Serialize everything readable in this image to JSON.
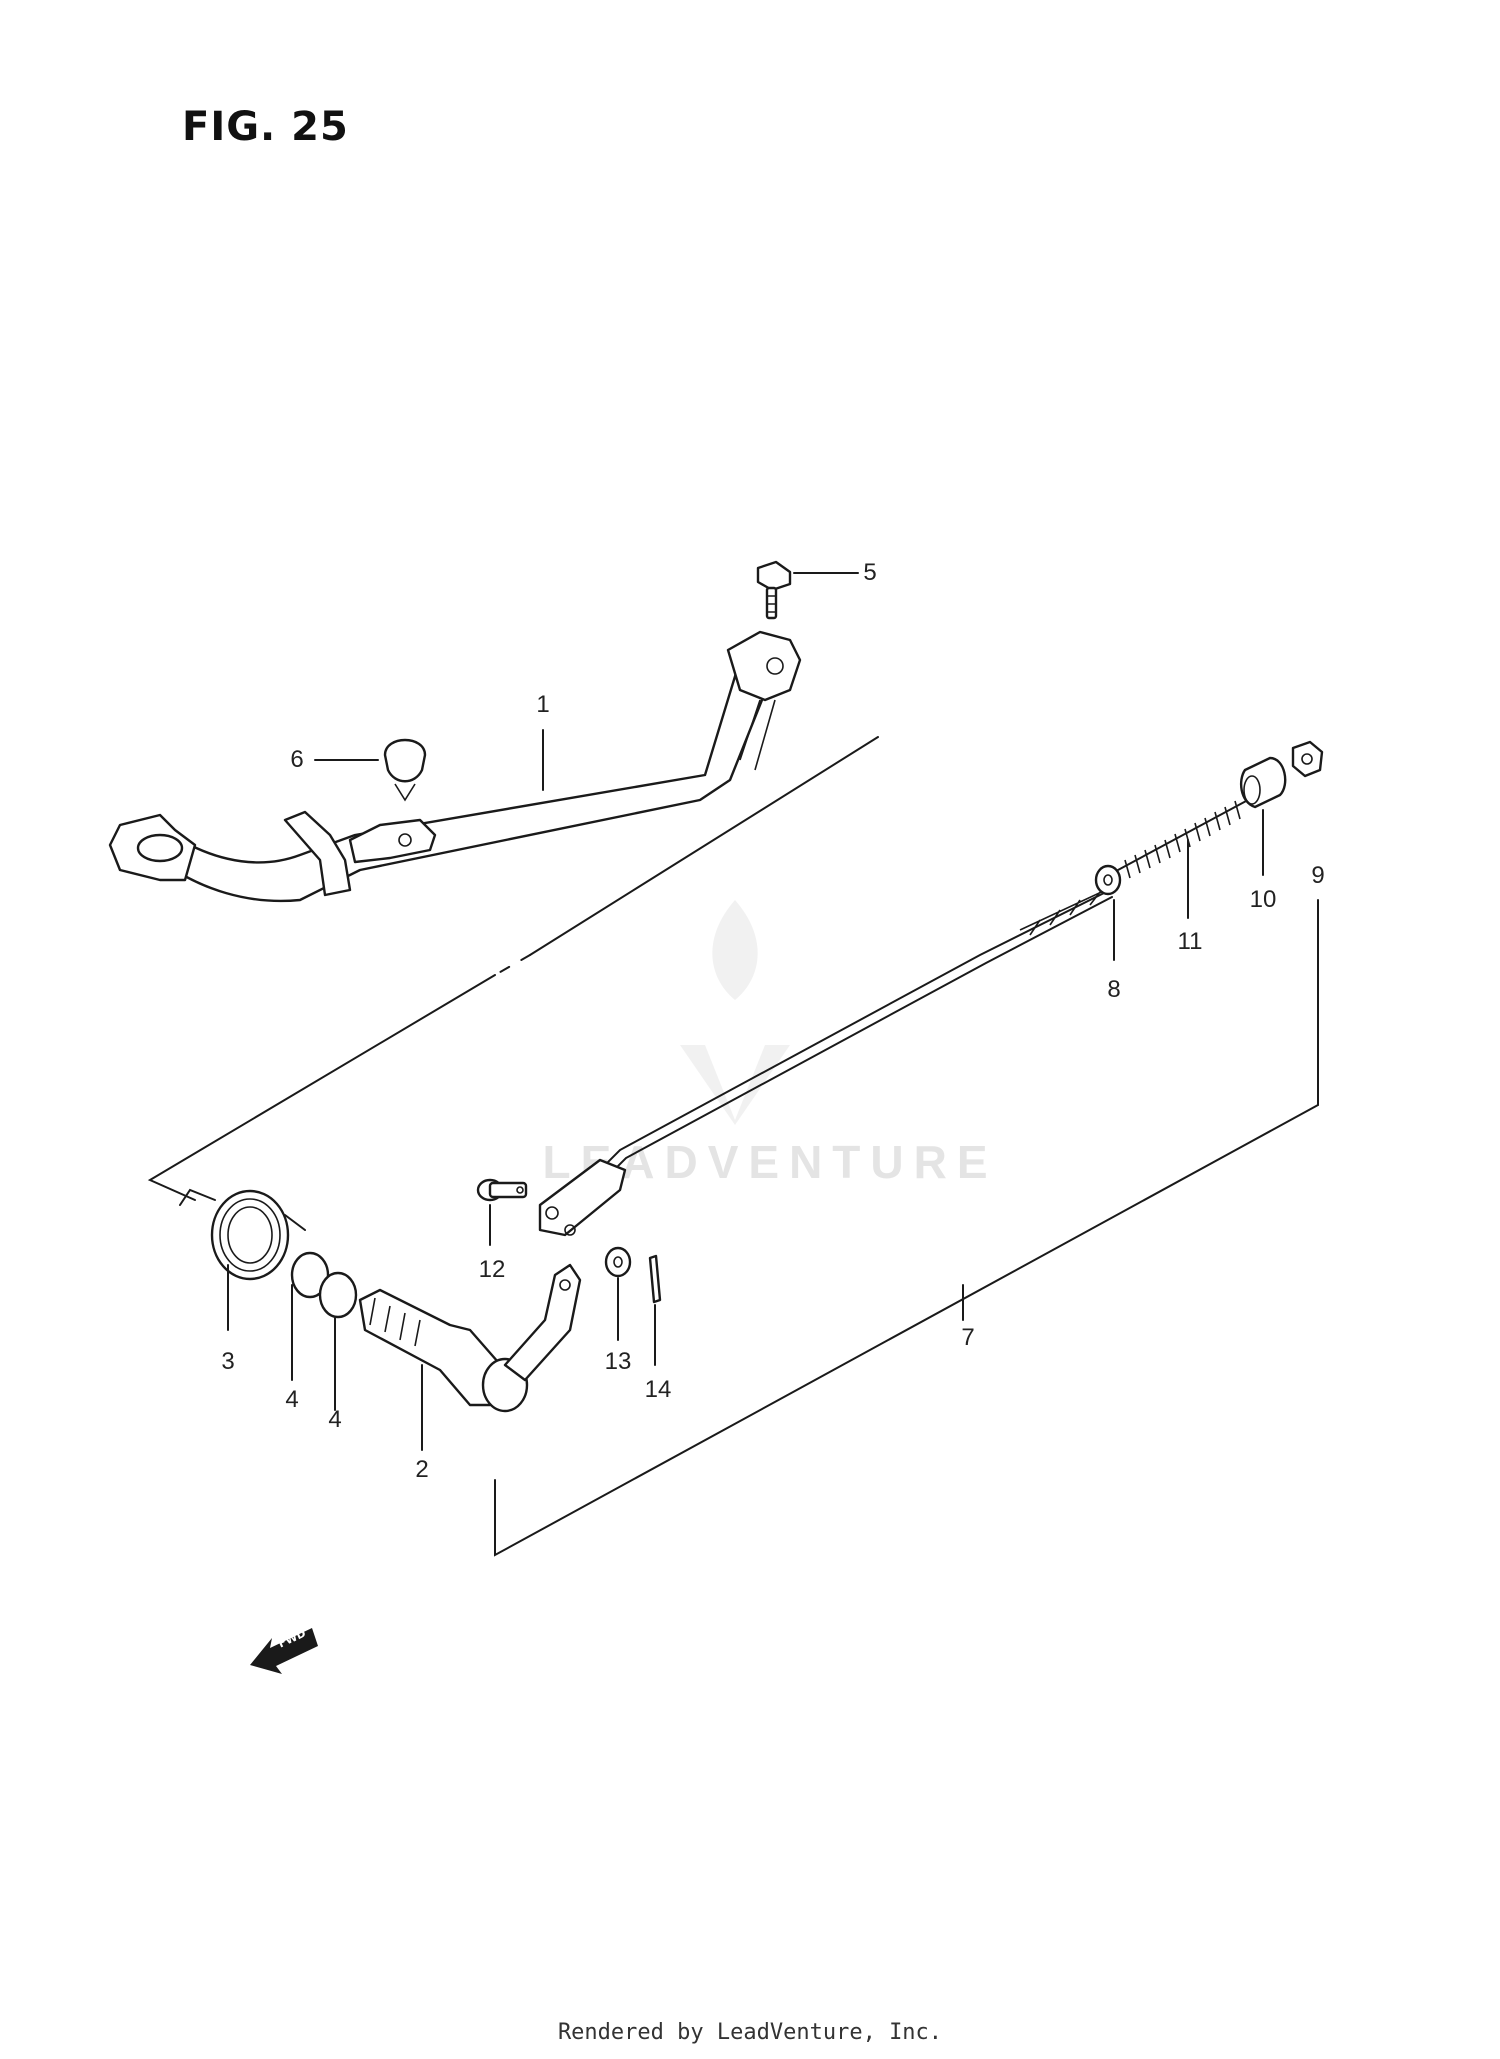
{
  "figure": {
    "title": "FIG. 25"
  },
  "callouts": [
    {
      "id": "1",
      "label": "1"
    },
    {
      "id": "2",
      "label": "2"
    },
    {
      "id": "3",
      "label": "3"
    },
    {
      "id": "4a",
      "label": "4"
    },
    {
      "id": "4b",
      "label": "4"
    },
    {
      "id": "5",
      "label": "5"
    },
    {
      "id": "6",
      "label": "6"
    },
    {
      "id": "7",
      "label": "7"
    },
    {
      "id": "8",
      "label": "8"
    },
    {
      "id": "9",
      "label": "9"
    },
    {
      "id": "10",
      "label": "10"
    },
    {
      "id": "11",
      "label": "11"
    },
    {
      "id": "12",
      "label": "12"
    },
    {
      "id": "13",
      "label": "13"
    },
    {
      "id": "14",
      "label": "14"
    }
  ],
  "fwd_badge": "FWD",
  "watermark": "LEADVENTURE",
  "footer": "Rendered by LeadVenture, Inc."
}
